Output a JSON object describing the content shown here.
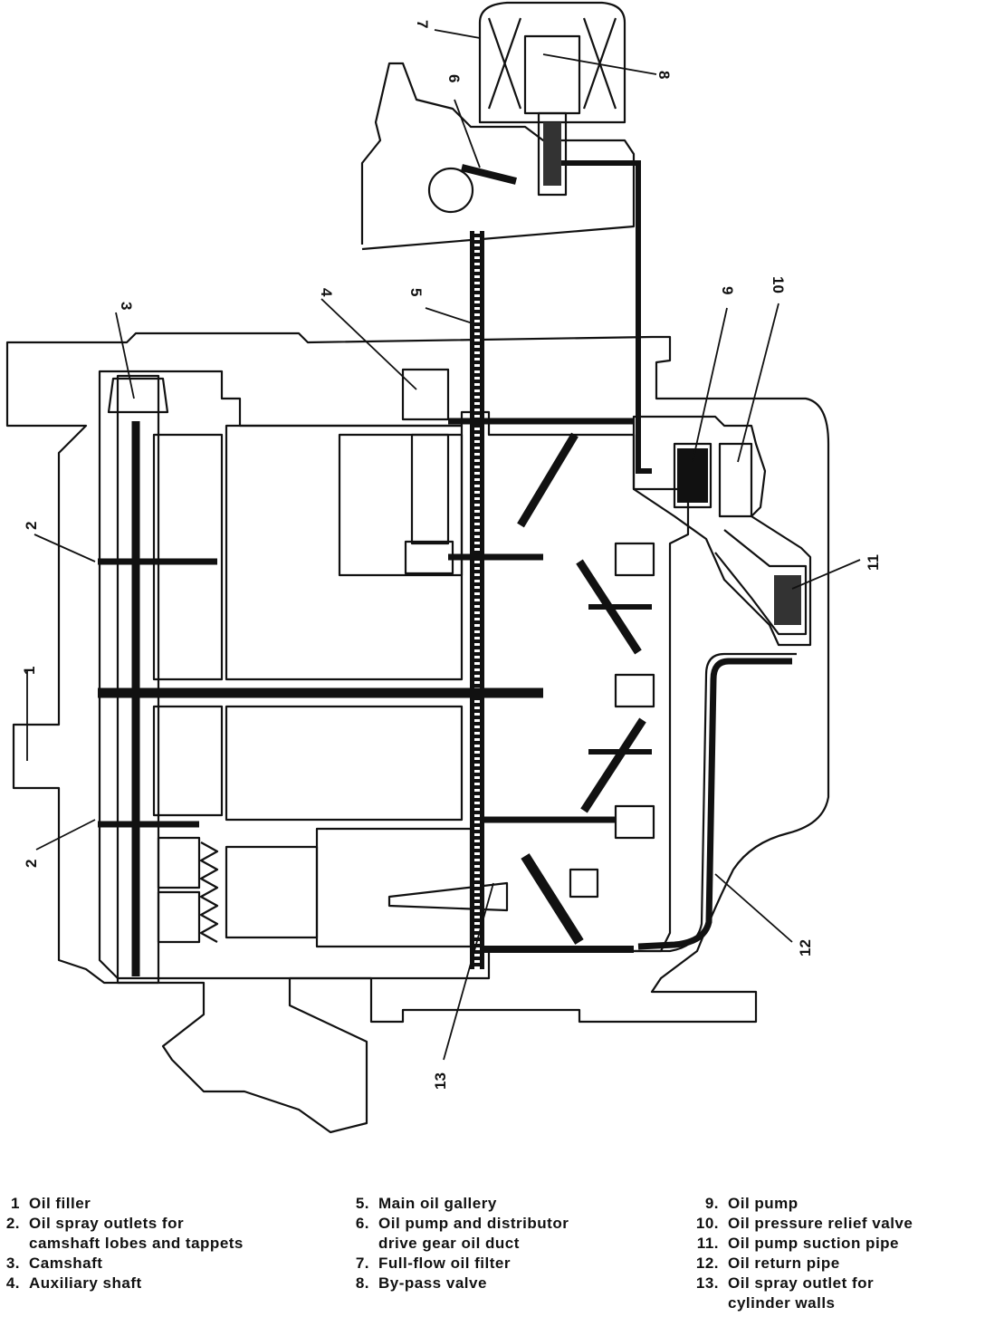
{
  "diagram": {
    "callouts": [
      "1",
      "2",
      "2",
      "3",
      "4",
      "5",
      "6",
      "7",
      "8",
      "9",
      "10",
      "11",
      "12",
      "13"
    ]
  },
  "legend": {
    "col1": [
      {
        "num": "1",
        "text": "Oil filler"
      },
      {
        "num": "2.",
        "text": "Oil spray outlets for\ncamshaft lobes and tappets"
      },
      {
        "num": "3.",
        "text": "Camshaft"
      },
      {
        "num": "4.",
        "text": "Auxiliary shaft"
      }
    ],
    "col2": [
      {
        "num": "5.",
        "text": "Main oil gallery"
      },
      {
        "num": "6.",
        "text": "Oil pump and distributor\ndrive gear oil duct"
      },
      {
        "num": "7.",
        "text": "Full-flow oil filter"
      },
      {
        "num": "8.",
        "text": "By-pass valve"
      }
    ],
    "col3": [
      {
        "num": "9.",
        "text": "Oil pump"
      },
      {
        "num": "10.",
        "text": "Oil pressure relief valve"
      },
      {
        "num": "11.",
        "text": "Oil pump suction pipe"
      },
      {
        "num": "12.",
        "text": "Oil return pipe"
      },
      {
        "num": "13.",
        "text": "Oil spray outlet for\ncylinder walls"
      }
    ]
  }
}
